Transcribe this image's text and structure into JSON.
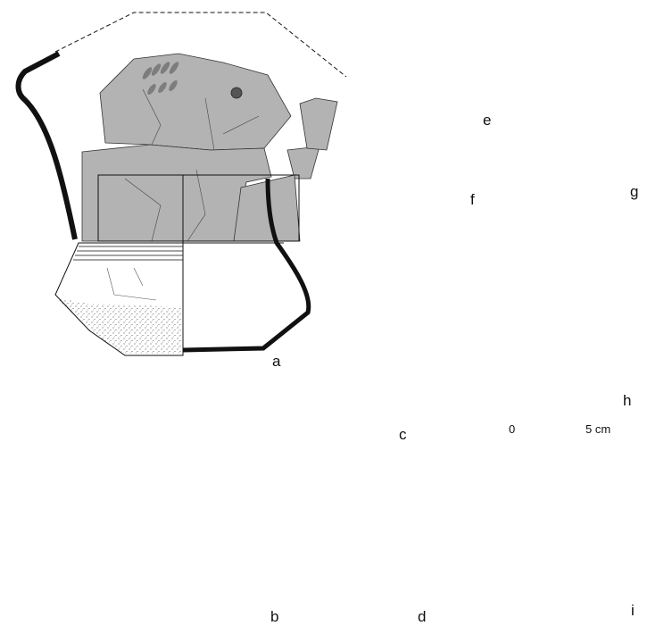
{
  "figure": {
    "vessels": [
      {
        "id": "a",
        "label": "a"
      },
      {
        "id": "b",
        "label": "b"
      },
      {
        "id": "c",
        "label": "c"
      },
      {
        "id": "d",
        "label": "d"
      },
      {
        "id": "e",
        "label": "e"
      },
      {
        "id": "f",
        "label": "f"
      },
      {
        "id": "g",
        "label": "g"
      },
      {
        "id": "h",
        "label": "h"
      },
      {
        "id": "i",
        "label": "i"
      }
    ],
    "scale_bar": {
      "start_label": "0",
      "end_label": "5 cm",
      "segments": 5
    }
  },
  "colors": {
    "ink": "#111111",
    "shade": "#b3b3b3",
    "paper": "#ffffff"
  }
}
